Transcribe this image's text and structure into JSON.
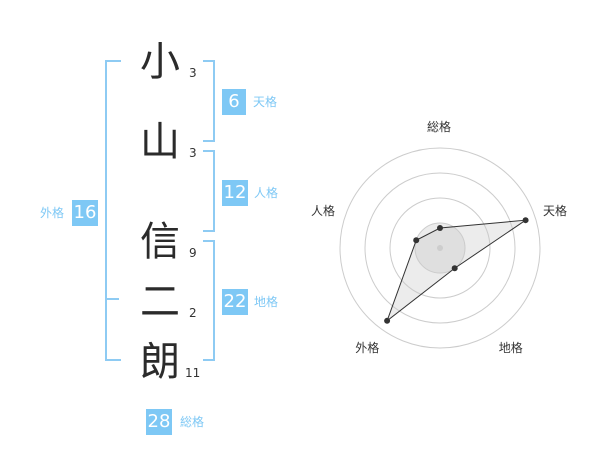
{
  "name": {
    "chars": [
      {
        "char": "小",
        "strokes": "3"
      },
      {
        "char": "山",
        "strokes": "3"
      },
      {
        "char": "信",
        "strokes": "9"
      },
      {
        "char": "二",
        "strokes": "2"
      },
      {
        "char": "朗",
        "strokes": "11"
      }
    ]
  },
  "fortunes": {
    "tenkaku": {
      "value": "6",
      "label": "天格"
    },
    "jinkaku": {
      "value": "12",
      "label": "人格"
    },
    "chikaku": {
      "value": "22",
      "label": "地格"
    },
    "gaikaku": {
      "value": "16",
      "label": "外格"
    },
    "soukaku": {
      "value": "28",
      "label": "総格"
    }
  },
  "colors": {
    "accent": "#7ec8f5",
    "bracket": "#8ecbf3",
    "text": "#2b2b2b"
  },
  "chart_data": {
    "type": "radar",
    "axes": [
      "総格",
      "天格",
      "地格",
      "外格",
      "人格"
    ],
    "values": [
      0.2,
      0.9,
      0.25,
      0.9,
      0.25
    ],
    "max": 1,
    "rings": 4
  }
}
